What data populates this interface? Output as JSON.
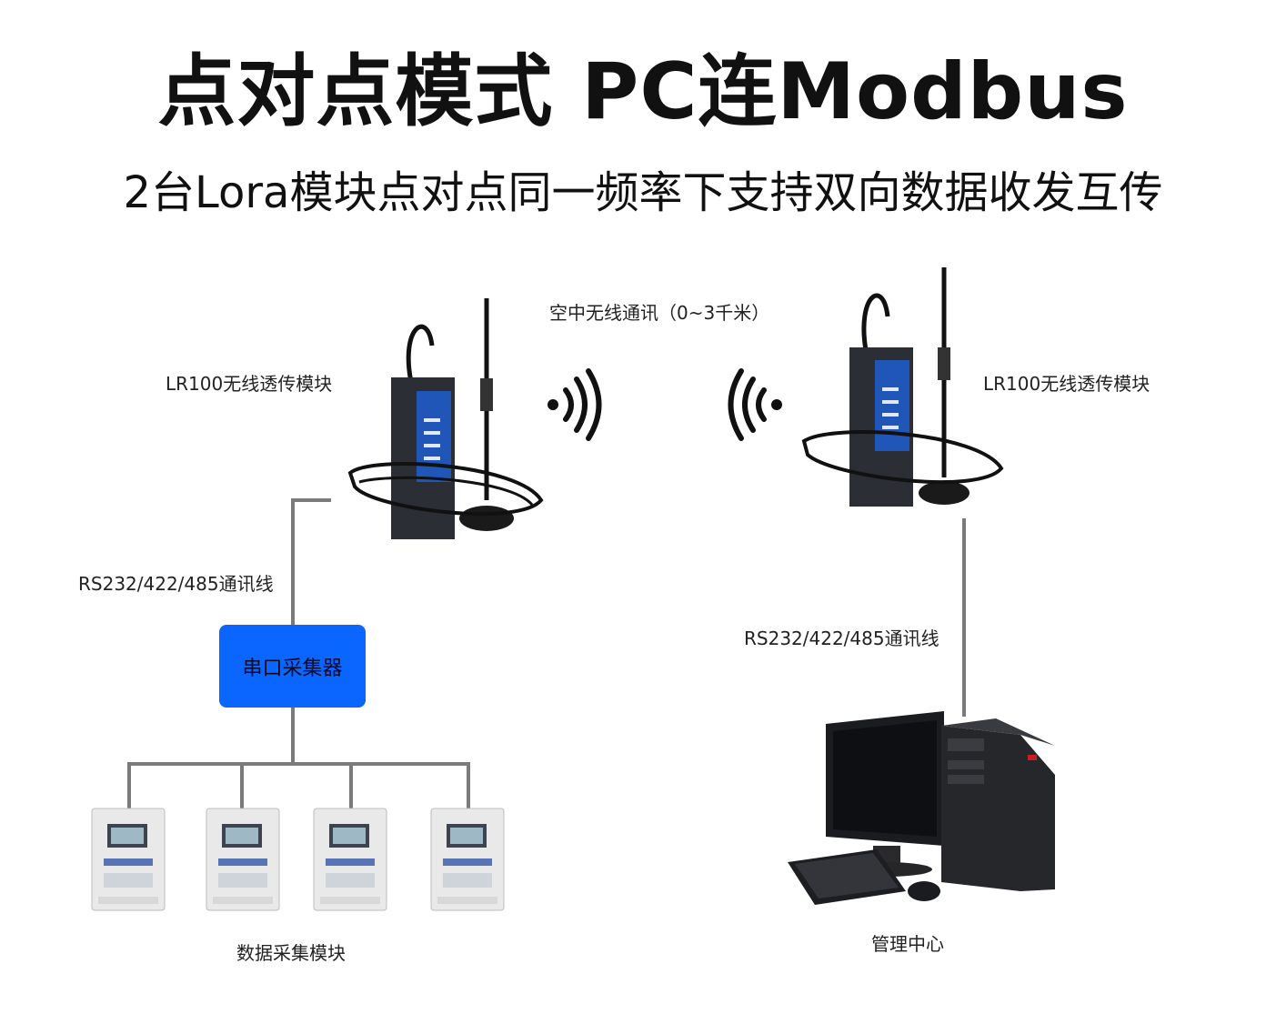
{
  "title": "点对点模式 PC连Modbus",
  "subtitle": "2台Lora模块点对点同一频率下支持双向数据收发互传",
  "labels": {
    "wireless": "空中无线通讯（0~3千米）",
    "module_left": "LR100无线透传模块",
    "module_right": "LR100无线透传模块",
    "cable_left": "RS232/422/485通讯线",
    "cable_right": "RS232/422/485通讯线",
    "collector": "串口采集器",
    "meters": "数据采集模块",
    "pc": "管理中心"
  },
  "icons": {
    "signal_right": "wifi-signal-right-icon",
    "signal_left": "wifi-signal-left-icon"
  },
  "colors": {
    "collector_box": "#0a66ff",
    "module_body": "#2b2f35",
    "module_panel": "#1f56b8",
    "wire": "#7b7b7b"
  }
}
